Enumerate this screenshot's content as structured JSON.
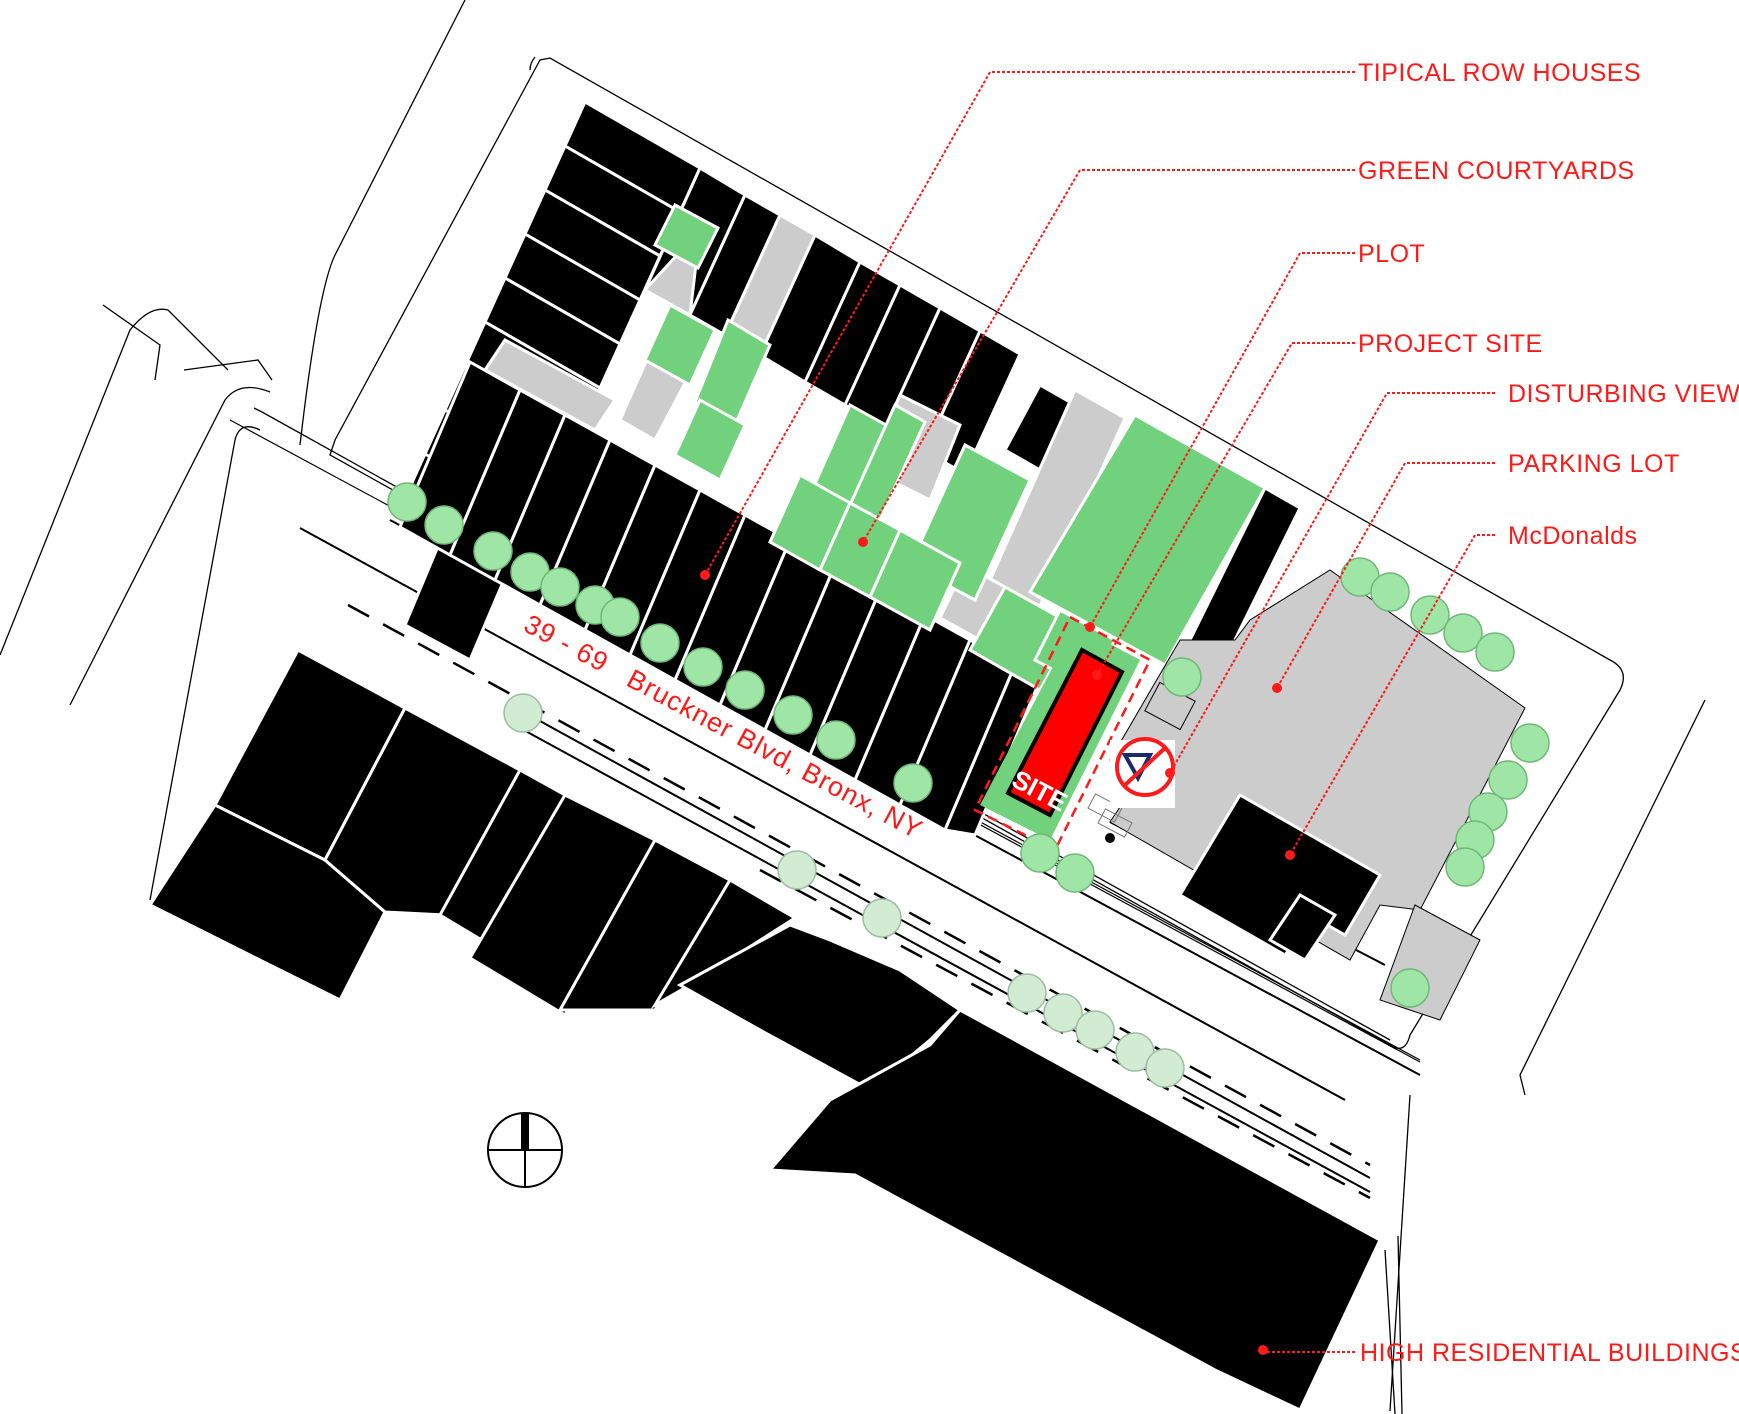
{
  "labels": {
    "row_houses": "TIPICAL ROW HOUSES",
    "green_courtyards": "GREEN COURTYARDS",
    "plot": "PLOT",
    "project_site": "PROJECT SITE",
    "disturbing_view": "DISTURBING VIEW",
    "parking_lot": "PARKING LOT",
    "mcdonalds": "McDonalds",
    "high_residential": "HIGH RESIDENTIAL BUILDINGS"
  },
  "street_name": "39 - 69   Bruckner Blvd, Bronx, NY",
  "site_label": "SITE",
  "icons": {
    "north_arrow": "north-arrow-icon",
    "disturbing_view": "no-view-icon"
  },
  "colors": {
    "annotation": "#ff1a1a",
    "buildings": "#000000",
    "green_area": "#72d17c",
    "paved_area": "#cccccc",
    "site": "#ff0000",
    "trees": "#9fe6a6"
  }
}
